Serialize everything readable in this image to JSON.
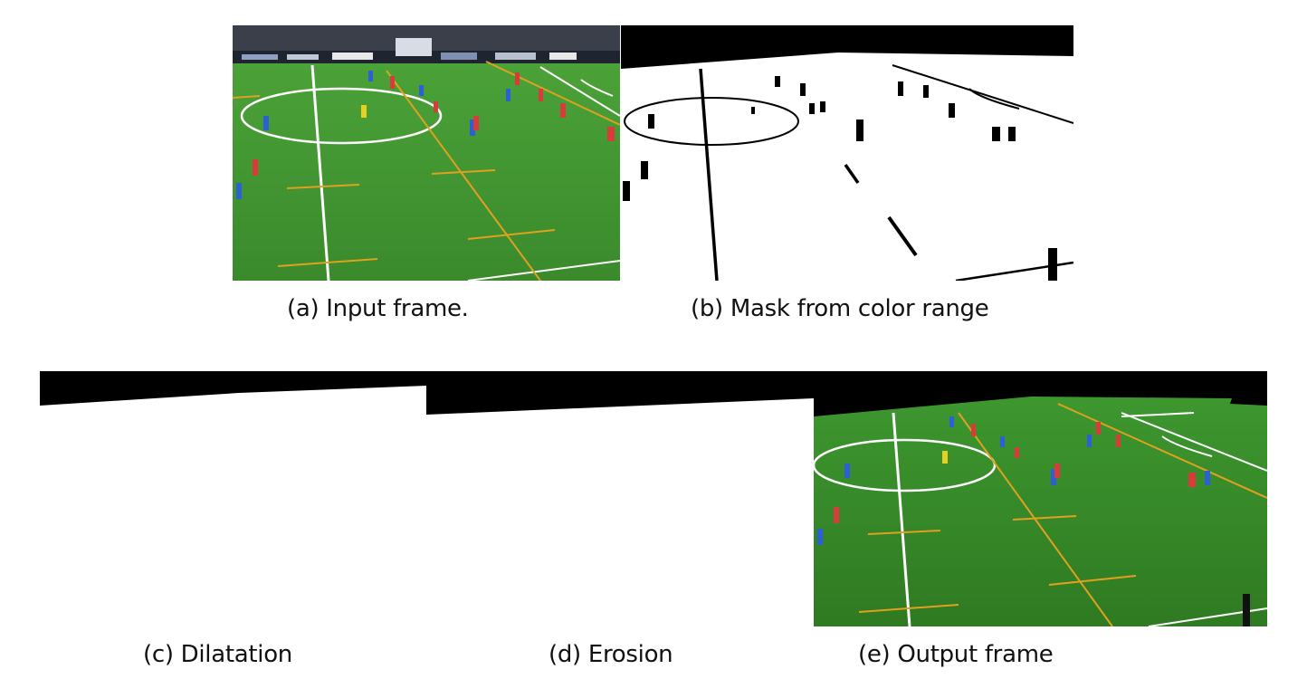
{
  "figure": {
    "panels": [
      {
        "id": "a",
        "caption": "(a) Input frame."
      },
      {
        "id": "b",
        "caption": "(b) Mask from color range"
      },
      {
        "id": "c",
        "caption": "(c) Dilatation"
      },
      {
        "id": "d",
        "caption": "(d) Erosion"
      },
      {
        "id": "e",
        "caption": "(e) Output frame"
      }
    ],
    "colors": {
      "pitch": "#3e8d2e",
      "pitch_dark": "#2f6f22",
      "line_white": "#ffffff",
      "line_orange": "#e0a020",
      "team_blue": "#2d5fd6",
      "team_red": "#d93a3a",
      "mask_black": "#000000"
    }
  }
}
